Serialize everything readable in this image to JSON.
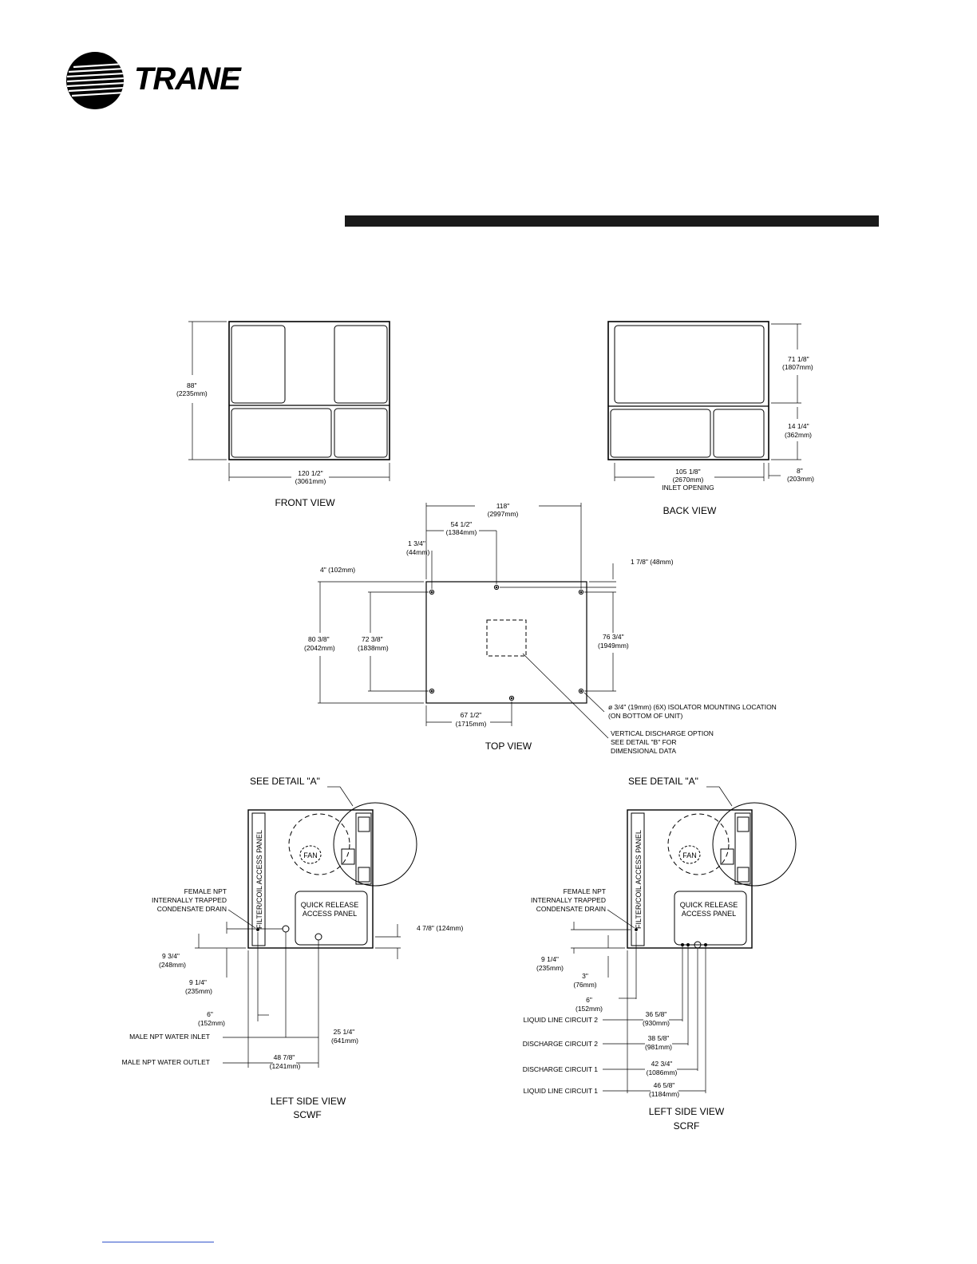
{
  "brand": {
    "name": "TRANE",
    "registered": "®"
  },
  "front_view": {
    "title": "FRONT VIEW",
    "height": "88\"",
    "height_mm": "(2235mm)",
    "width": "120 1/2\"",
    "width_mm": "(3061mm)"
  },
  "back_view": {
    "title": "BACK VIEW",
    "upper": "71 1/8\"",
    "upper_mm": "(1807mm)",
    "lower": "14 1/4\"",
    "lower_mm": "(362mm)",
    "bottom": "8\"",
    "bottom_mm": "(203mm)",
    "inlet": "105 1/8\"",
    "inlet_mm": "(2670mm)",
    "inlet_label": "INLET OPENING"
  },
  "top_view": {
    "title": "TOP VIEW",
    "d118": "118\"",
    "d118_mm": "(2997mm)",
    "d54": "54 1/2\"",
    "d54_mm": "(1384mm)",
    "d134": "1 3/4\"",
    "d134_mm": "(44mm)",
    "d4": "4\" (102mm)",
    "d178": "1 7/8\" (48mm)",
    "d80": "80 3/8\"",
    "d80_mm": "(2042mm)",
    "d72": "72 3/8\"",
    "d72_mm": "(1838mm)",
    "d76": "76 3/4\"",
    "d76_mm": "(1949mm)",
    "d67": "67 1/2\"",
    "d67_mm": "(1715mm)",
    "isolator_1": "ø 3/4\" (19mm) (6X) ISOLATOR MOUNTING LOCATION",
    "isolator_2": "(ON BOTTOM OF UNIT)",
    "vertical_1": "VERTICAL DISCHARGE OPTION",
    "vertical_2": "SEE DETAIL \"B\" FOR",
    "vertical_3": "DIMENSIONAL DATA"
  },
  "scwf": {
    "title": "LEFT SIDE VIEW",
    "subtitle": "SCWF",
    "see_detail": "SEE DETAIL \"A\"",
    "fan": "FAN",
    "filter_panel": "FILTER/COIL ACCESS PANEL",
    "qr_1": "QUICK RELEASE",
    "qr_2": "ACCESS PANEL",
    "drain_1": "FEMALE NPT",
    "drain_2": "INTERNALLY TRAPPED",
    "drain_3": "CONDENSATE DRAIN",
    "d478": "4 7/8\" (124mm)",
    "d934": "9 3/4\"",
    "d934_mm": "(248mm)",
    "d914": "9 1/4\"",
    "d914_mm": "(235mm)",
    "d6": "6\"",
    "d6_mm": "(152mm)",
    "d2514": "25 1/4\"",
    "d2514_mm": "(641mm)",
    "d4878": "48 7/8\"",
    "d4878_mm": "(1241mm)",
    "inlet": "MALE NPT WATER INLET",
    "outlet": "MALE NPT WATER OUTLET"
  },
  "scrf": {
    "title": "LEFT SIDE VIEW",
    "subtitle": "SCRF",
    "see_detail": "SEE DETAIL \"A\"",
    "fan": "FAN",
    "filter_panel": "FILTER/COIL ACCESS PANEL",
    "qr_1": "QUICK RELEASE",
    "qr_2": "ACCESS PANEL",
    "drain_1": "FEMALE NPT",
    "drain_2": "INTERNALLY TRAPPED",
    "drain_3": "CONDENSATE DRAIN",
    "d914": "9 1/4\"",
    "d914_mm": "(235mm)",
    "d3": "3\"",
    "d3_mm": "(76mm)",
    "d6": "6\"",
    "d6_mm": "(152mm)",
    "d3658": "36 5/8\"",
    "d3658_mm": "(930mm)",
    "d3858": "38 5/8\"",
    "d3858_mm": "(981mm)",
    "d4234": "42 3/4\"",
    "d4234_mm": "(1086mm)",
    "d4658": "46 5/8\"",
    "d4658_mm": "(1184mm)",
    "liquid2": "LIQUID LINE CIRCUIT 2",
    "discharge2": "DISCHARGE CIRCUIT 2",
    "discharge1": "DISCHARGE CIRCUIT 1",
    "liquid1": "LIQUID LINE CIRCUIT 1"
  }
}
